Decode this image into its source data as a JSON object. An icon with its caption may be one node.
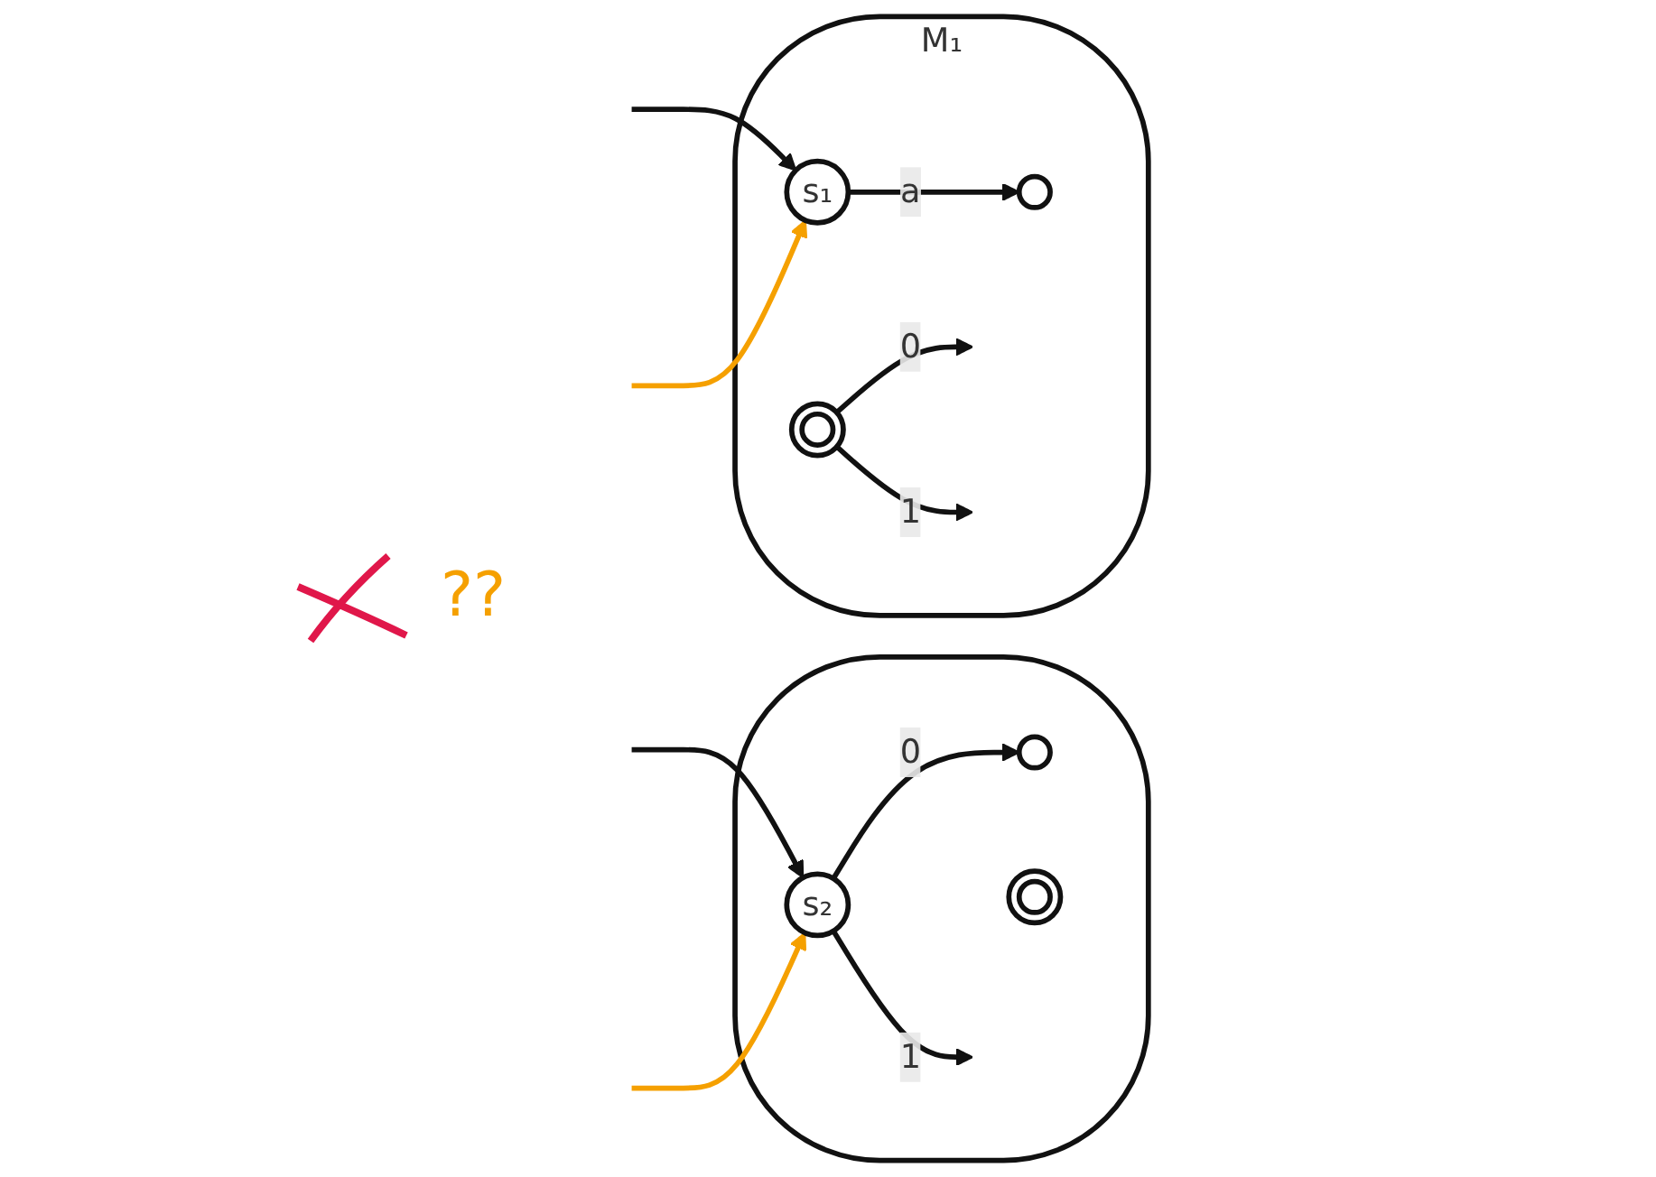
{
  "diagram": {
    "nodes": [
      {
        "text": [
          "M₁"
        ]
      },
      {
        "text": [
          "s₁"
        ],
        "in": 0
      },
      {
        "text": [],
        "shape": "circle",
        "in": 0
      },
      {
        "text": [],
        "shape": "doublecircle",
        "in": 0
      },
      {
        "text": [],
        "shape": "oval"
      },
      {
        "text": [
          "s₂"
        ],
        "in": 4
      },
      {
        "text": [],
        "shape": "circle",
        "in": 4
      },
      {
        "text": [],
        "shape": "doublecircle",
        "in": 4
      }
    ],
    "edges": [
      {
        "from": null,
        "to": 1,
        "arrow": "to"
      },
      {
        "from": null,
        "to": 1,
        "arrow": "to",
        "color": "#f5a000"
      },
      {
        "from": 1,
        "to": 2,
        "arrow": "to",
        "label": "a"
      },
      {
        "from": 3,
        "to": null,
        "arrow": "to",
        "label": "0"
      },
      {
        "from": 3,
        "to": null,
        "arrow": "to",
        "label": "1"
      },
      {
        "from": null,
        "to": 5,
        "arrow": "to"
      },
      {
        "from": null,
        "to": 5,
        "arrow": "to",
        "color": "#f5a000"
      },
      {
        "from": 5,
        "to": 6,
        "arrow": "to",
        "label": "0"
      },
      {
        "from": 5,
        "to": null,
        "arrow": "to",
        "label": "1"
      }
    ],
    "labels": [
      "??"
    ]
  }
}
